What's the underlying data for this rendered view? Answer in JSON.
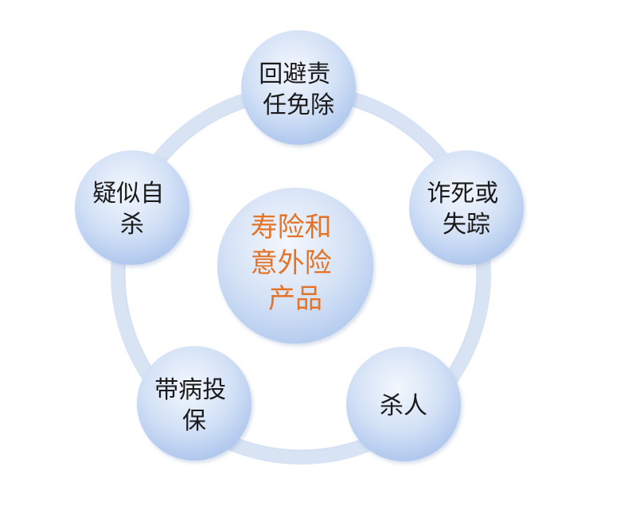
{
  "diagram": {
    "center": {
      "lines": [
        "寿险和",
        "意外险",
        "产品"
      ]
    },
    "nodes": [
      {
        "lines": [
          "回避责",
          "任免除"
        ]
      },
      {
        "lines": [
          "诈死或",
          "失踪"
        ]
      },
      {
        "lines": [
          "杀人"
        ]
      },
      {
        "lines": [
          "带病投",
          "保"
        ]
      },
      {
        "lines": [
          "疑似自",
          "杀"
        ]
      }
    ],
    "colors": {
      "ring": "#d8e3f4",
      "node_light": "#f3f7fd",
      "node_dark": "#a9c3ec",
      "center_text": "#e47325",
      "node_text": "#1a1a1a"
    }
  }
}
